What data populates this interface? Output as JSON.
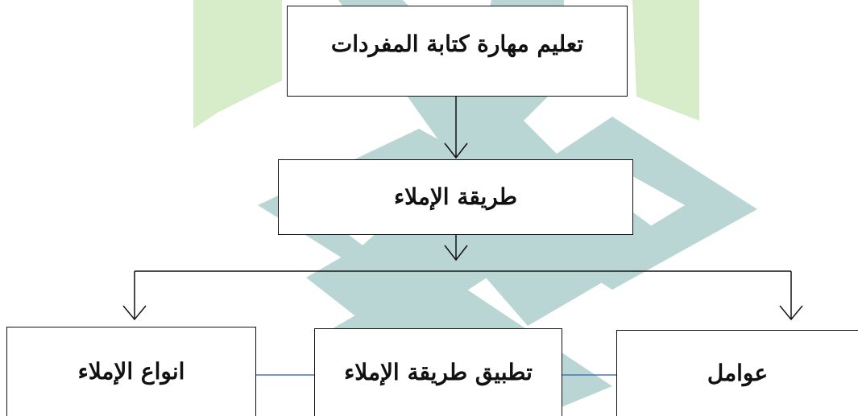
{
  "diagram": {
    "type": "flowchart",
    "nodes": {
      "top": {
        "label": "تعليم مهارة كتابة المفردات"
      },
      "method": {
        "label": "طريقة الإملاء"
      },
      "left": {
        "label": "انواع الإملاء"
      },
      "middle": {
        "label": "تطبيق طريقة الإملاء"
      },
      "right": {
        "label": "عوامل"
      }
    },
    "edges": [
      {
        "from": "top",
        "to": "method",
        "style": "arrow"
      },
      {
        "from": "method",
        "to": "left",
        "style": "arrow"
      },
      {
        "from": "method",
        "to": "right",
        "style": "arrow"
      },
      {
        "from": "left",
        "to": "middle",
        "style": "line"
      },
      {
        "from": "middle",
        "to": "right",
        "style": "line"
      }
    ]
  },
  "colors": {
    "node_border": "#111111",
    "connector": "#111111",
    "side_connector": "#4a72b8",
    "watermark_teal": "#b9d6d4",
    "watermark_green": "#d7ecc8"
  }
}
